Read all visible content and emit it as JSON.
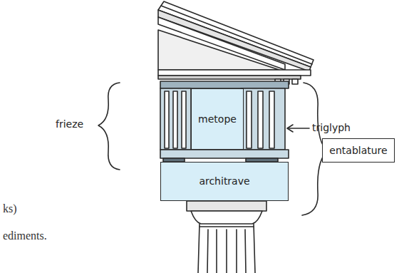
{
  "diagram": {
    "nodes": [
      {
        "text": [
          "metope"
        ]
      },
      {
        "text": [
          "entablature"
        ]
      },
      {
        "text": [
          "architrave"
        ]
      }
    ],
    "labels": [
      "frieze",
      "triglyph",
      "ks)",
      "ediments."
    ]
  }
}
